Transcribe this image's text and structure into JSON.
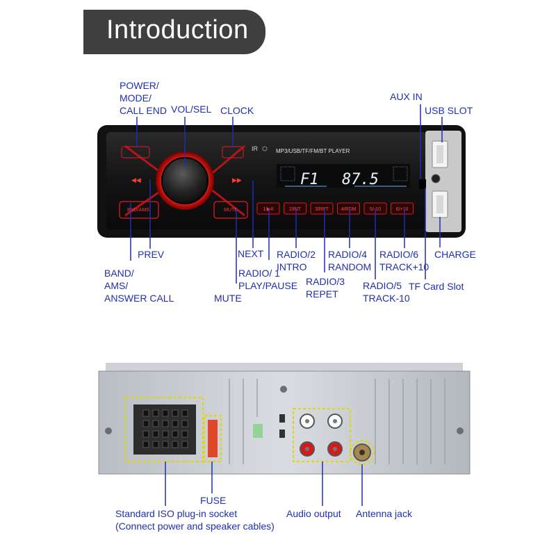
{
  "title": "Introduction",
  "front_labels": {
    "power": [
      "POWER/",
      "MODE/",
      "CALL END"
    ],
    "vol": "VOL/SEL",
    "clock": "CLOCK",
    "aux": "AUX IN",
    "usb": "USB SLOT",
    "prev": "PREV",
    "band": [
      "BAND/",
      "AMS/",
      "ANSWER CALL"
    ],
    "mute": "MUTE",
    "next": "NEXT",
    "radio1": [
      "RADIO/ 1",
      "PLAY/PAUSE"
    ],
    "radio2": [
      "RADIO/2",
      "INTRO"
    ],
    "radio3": [
      "RADIO/3",
      "REPET"
    ],
    "radio4": [
      "RADIO/4",
      "RANDOM"
    ],
    "radio5": [
      "RADIO/5",
      "TRACK-10"
    ],
    "radio6": [
      "RADIO/6",
      "TRACK+10"
    ],
    "charge": "CHARGE",
    "tf": "TF Card Slot"
  },
  "device": {
    "ir": "IR",
    "model_text": "MP3/USB/TF/FM/BT  PLAYER",
    "display_left": "F1",
    "display_right": "87.5",
    "btn_band": "BND/AMS",
    "btn_mute": "MUTE",
    "presets": [
      "1/▶II",
      "2/INT",
      "3/RPT",
      "4/RDM",
      "5/-10",
      "6/+10"
    ],
    "colors": {
      "accent": "#e0191f",
      "label": "#1f2fb0",
      "body": "#1b1b1b"
    }
  },
  "back_labels": {
    "iso": [
      "Standard ISO plug-in socket",
      "(Connect power and speaker cables)"
    ],
    "fuse": "FUSE",
    "audio": "Audio output",
    "antenna": "Antenna jack"
  }
}
